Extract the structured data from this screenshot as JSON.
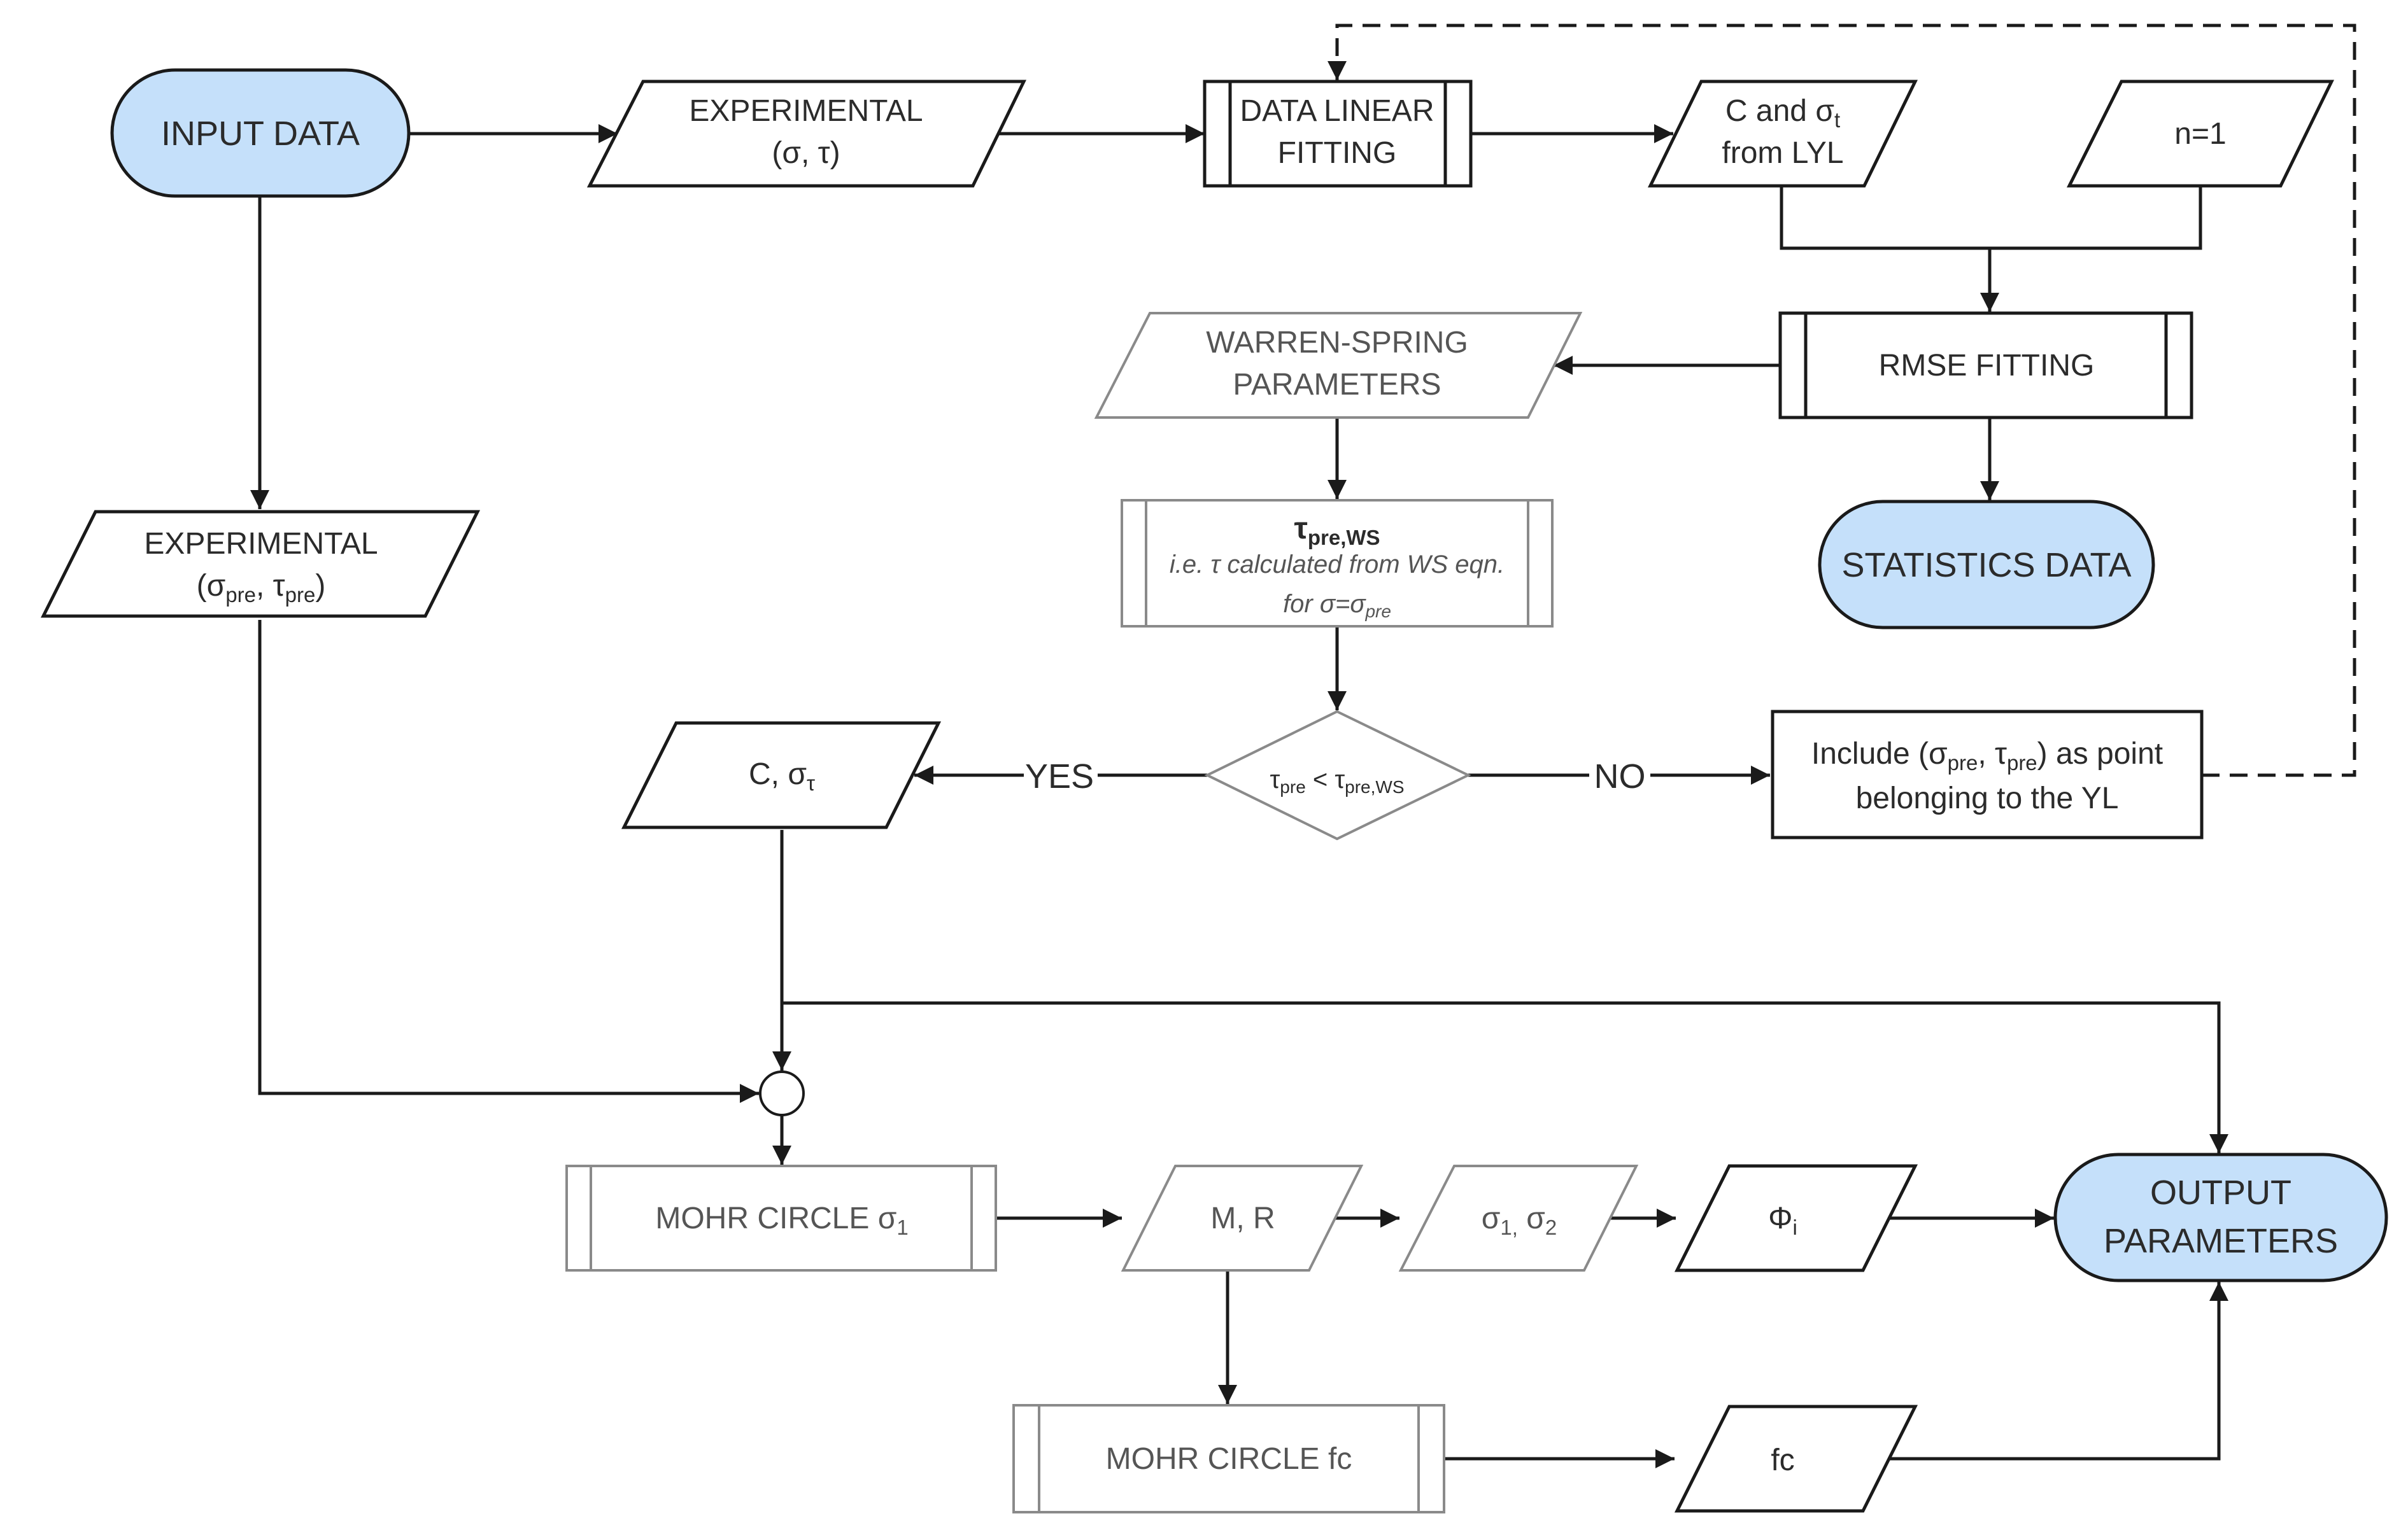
{
  "nodes": {
    "input_data": "INPUT DATA",
    "experimental_top_line1": "EXPERIMENTAL",
    "experimental_top_line2": "(σ, τ)",
    "data_linear_line1": "DATA LINEAR",
    "data_linear_line2": "FITTING",
    "c_sigma_line1": "C and σ",
    "c_sigma_line1_sub": "t",
    "c_sigma_line2": "from LYL",
    "n1": "n=1",
    "rmse": "RMSE FITTING",
    "warren_line1": "WARREN-SPRING",
    "warren_line2": "PARAMETERS",
    "statistics": "STATISTICS DATA",
    "experimental_left_line1": "EXPERIMENTAL",
    "experimental_left_open": "(σ",
    "experimental_left_sub1": "pre",
    "experimental_left_mid": ", τ",
    "experimental_left_sub2": "pre",
    "experimental_left_close": ")",
    "tau_pre_ws_main": "τ",
    "tau_pre_ws_sub": "pre,WS",
    "tau_pre_ws_line2": "i.e. τ calculated from WS eqn.",
    "tau_pre_ws_line3": "for σ=σ",
    "tau_pre_ws_line3_sub": "pre",
    "decision_tau1": "τ",
    "decision_sub1": "pre",
    "decision_lt": " < τ",
    "decision_sub2": "pre,WS",
    "yes": "YES",
    "no": "NO",
    "c_sigma_left": "C,  σ",
    "c_sigma_left_sub": "τ",
    "include_line1_a": "Include (σ",
    "include_line1_sub1": "pre",
    "include_line1_b": ", τ",
    "include_line1_sub2": "pre",
    "include_line1_c": ") as point",
    "include_line2": "belonging to the YL",
    "mohr_sigma1": "MOHR CIRCLE σ",
    "mohr_sigma1_sub": "1",
    "m_r": "M, R",
    "sigma12_a": "σ",
    "sigma12_sub1": "1,",
    "sigma12_b": " σ",
    "sigma12_sub2": "2",
    "phi_i": "Φ",
    "phi_i_sub": "i",
    "output_line1": "OUTPUT",
    "output_line2": "PARAMETERS",
    "mohr_fc": "MOHR CIRCLE fc",
    "fc": "fc"
  },
  "colors": {
    "terminal_fill": "#c5e0fa",
    "dark_stroke": "#1a1a1a",
    "grey_stroke": "#8a8a8a"
  }
}
